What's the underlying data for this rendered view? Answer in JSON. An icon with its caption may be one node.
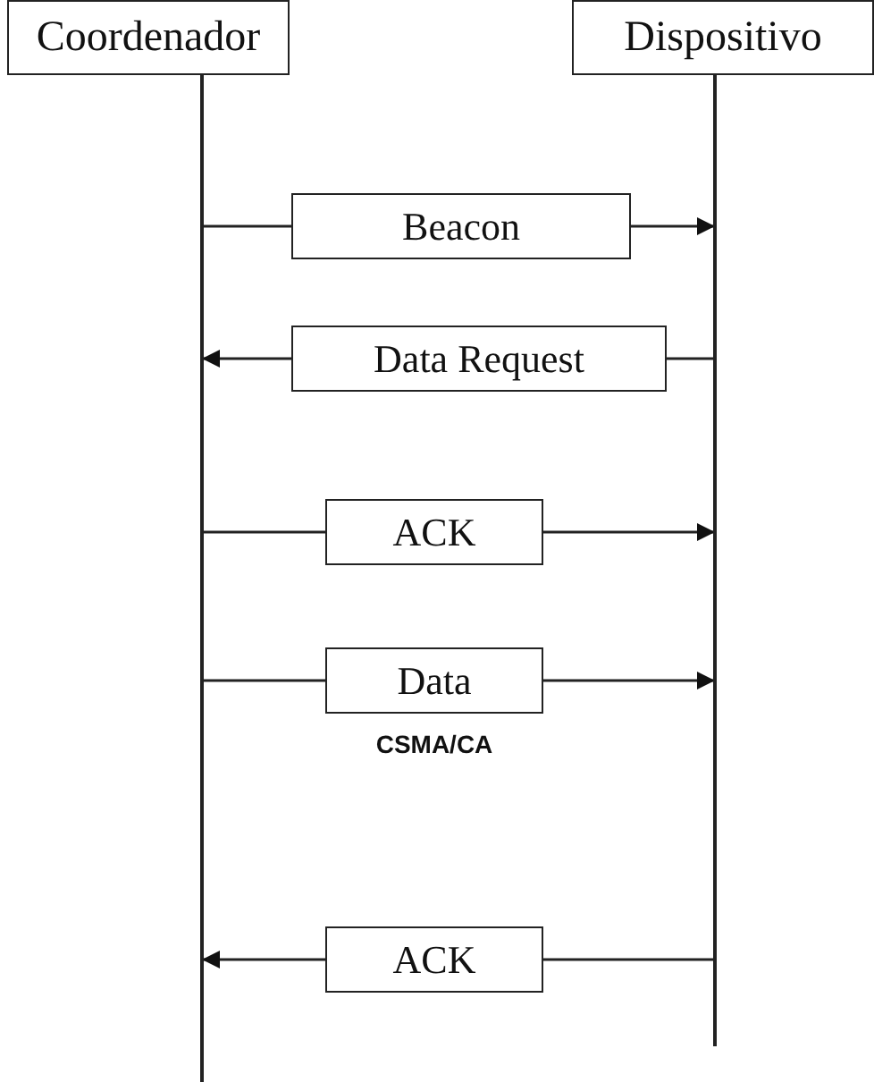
{
  "diagram": {
    "nodes": [
      {
        "text": [
          "Coordenador"
        ]
      },
      {
        "text": [
          "Dispositivo"
        ]
      },
      {
        "text": [
          "Beacon"
        ]
      },
      {
        "text": [
          "Data Request"
        ]
      },
      {
        "text": [
          "ACK"
        ]
      },
      {
        "text": [
          "Data"
        ]
      },
      {
        "text": [
          "ACK"
        ]
      }
    ],
    "edges": [
      {
        "from": 0,
        "to": 2,
        "arrow": "none"
      },
      {
        "from": 2,
        "to": 1,
        "arrow": "to"
      },
      {
        "from": 1,
        "to": 3,
        "arrow": "none"
      },
      {
        "from": 3,
        "to": 0,
        "arrow": "to"
      },
      {
        "from": 0,
        "to": 4,
        "arrow": "none"
      },
      {
        "from": 4,
        "to": 1,
        "arrow": "to"
      },
      {
        "from": 0,
        "to": 5,
        "arrow": "none"
      },
      {
        "from": 5,
        "to": 1,
        "arrow": "to"
      },
      {
        "from": 1,
        "to": 6,
        "arrow": "none"
      },
      {
        "from": 6,
        "to": 0,
        "arrow": "to"
      }
    ],
    "labels": [
      "CSMA/CA"
    ]
  }
}
